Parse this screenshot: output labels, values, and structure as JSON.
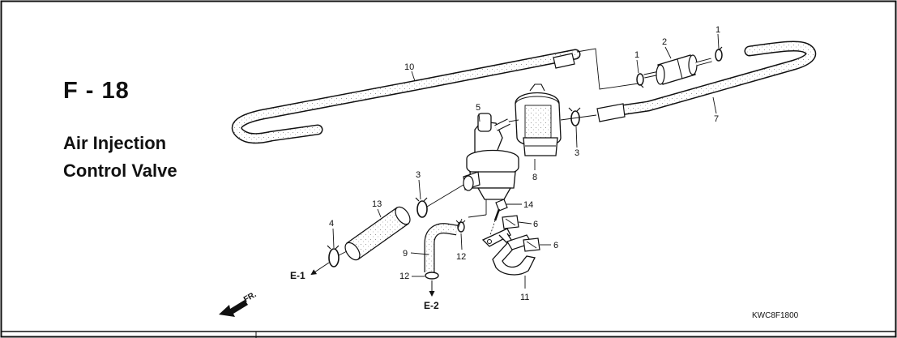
{
  "header": {
    "code": "F - 18",
    "title_line1": "Air Injection",
    "title_line2": "Control Valve"
  },
  "callouts": {
    "p1a": "1",
    "p1b": "1",
    "p2": "2",
    "p3a": "3",
    "p3b": "3",
    "p4": "4",
    "p5": "5",
    "p6a": "6",
    "p6b": "6",
    "p7": "7",
    "p8": "8",
    "p9": "9",
    "p10": "10",
    "p11": "11",
    "p12a": "12",
    "p12b": "12",
    "p13": "13",
    "p14": "14"
  },
  "connectors": {
    "e1": "E-1",
    "e2": "E-2"
  },
  "direction": {
    "fr": "FR."
  },
  "reference_code": "KWC8F1800"
}
